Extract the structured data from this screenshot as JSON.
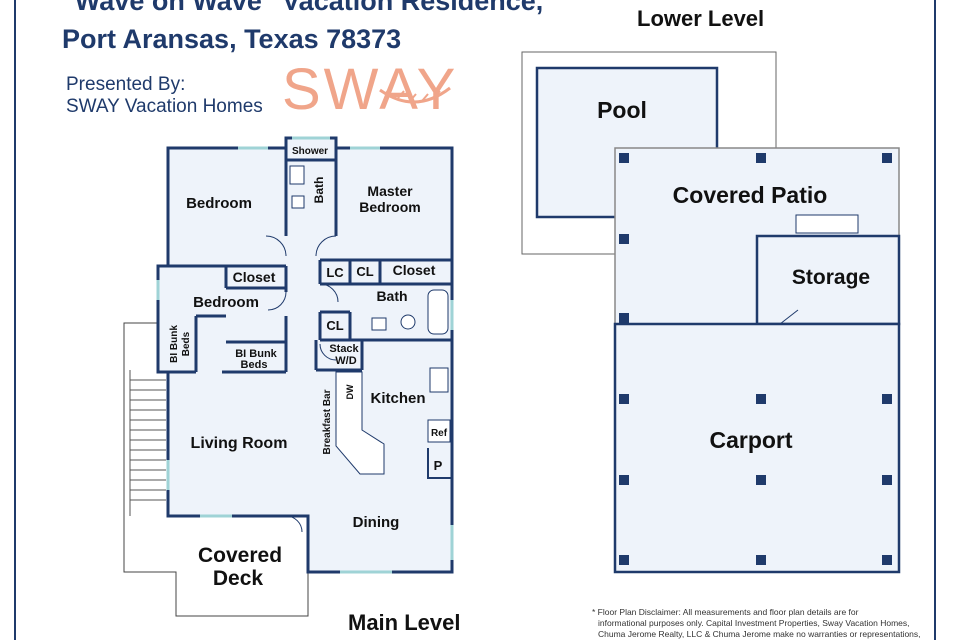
{
  "header": {
    "title_line1": "\"Wave on Wave\" Vacation Residence,",
    "title_line2": "Port Aransas, Texas 78373",
    "presented_by": "Presented By:",
    "company": "SWAY Vacation Homes",
    "logo_text": "SWAY"
  },
  "levels": {
    "lower": "Lower Level",
    "main": "Main Level"
  },
  "main_rooms": {
    "shower": "Shower",
    "bath1": "Bath",
    "bedroom1": "Bedroom",
    "master_line1": "Master",
    "master_line2": "Bedroom",
    "closet1": "Closet",
    "lc": "LC",
    "cl1": "CL",
    "closet2": "Closet",
    "bedroom2": "Bedroom",
    "bath2": "Bath",
    "cl2": "CL",
    "bunk1_line1": "BI Bunk",
    "bunk1_line2": "Beds",
    "bunk2_line1": "BI Bunk",
    "bunk2_line2": "Beds",
    "stack_line1": "Stack",
    "stack_line2": "W/D",
    "breakfast_bar": "Breakfast Bar",
    "dw": "DW",
    "kitchen": "Kitchen",
    "ref": "Ref",
    "pantry": "P",
    "living": "Living Room",
    "dining": "Dining",
    "deck_line1": "Covered",
    "deck_line2": "Deck"
  },
  "lower_rooms": {
    "pool": "Pool",
    "patio": "Covered Patio",
    "storage": "Storage",
    "carport": "Carport"
  },
  "disclaimer": {
    "line1": "* Floor Plan Disclaimer:  All measurements and floor plan details are for",
    "line2": "informational purposes only. Capital Investment Properties, Sway Vacation Homes,",
    "line3": "Chuma Jerome Realty, LLC & Chuma Jerome make no warranties or representations,"
  },
  "colors": {
    "wall": "#1f3a6b",
    "floor": "#eef3fa",
    "brand": "#1f3a6b",
    "logo": "#f0a58a"
  }
}
